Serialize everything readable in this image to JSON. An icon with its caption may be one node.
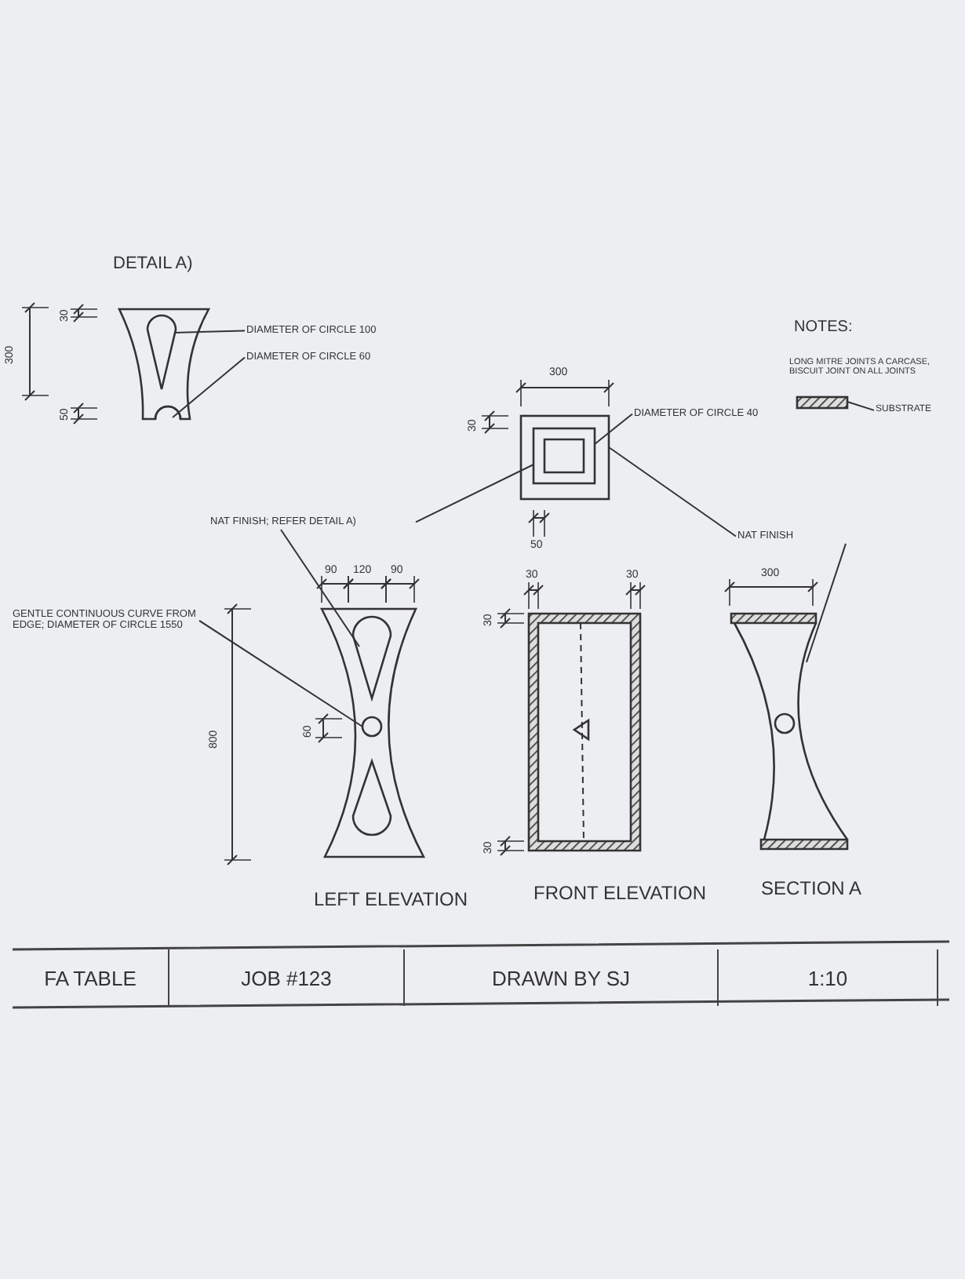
{
  "diagram": {
    "nodes": [
      {
        "text": [
          "DIAMETER OF CIRCLE 100"
        ]
      },
      {
        "text": [],
        "shape": "picture"
      },
      {
        "text": [
          "DIAMETER OF CIRCLE 60"
        ]
      },
      {
        "text": [],
        "shape": "picture"
      },
      {
        "text": [
          "DIAMETER OF CIRCLE 40"
        ]
      },
      {
        "text": [],
        "shape": "box"
      },
      {
        "text": [],
        "shape": "box",
        "in": 5
      },
      {
        "text": [
          "NAT FINISH; REFER DETAIL A)"
        ]
      },
      {
        "text": [
          "NAT FINISH"
        ]
      },
      {
        "text": [
          "GENTLE CONTINUOUS CURVE FROM EDGE; DIAMETER OF CIRCLE 1550"
        ]
      },
      {
        "text": [],
        "shape": "picture"
      },
      {
        "text": [],
        "shape": "circle"
      },
      {
        "text": [],
        "shape": "picture"
      },
      {
        "text": [
          "SUBSTRATE"
        ]
      },
      {
        "text": [],
        "shape": "bar"
      }
    ],
    "edges": [
      {
        "from": 0,
        "to": 1,
        "arrow": "none"
      },
      {
        "from": 2,
        "to": 3,
        "arrow": "none"
      },
      {
        "from": 4,
        "to": 6,
        "arrow": "none"
      },
      {
        "from": 7,
        "to": 6,
        "arrow": "none"
      },
      {
        "from": 7,
        "to": 10,
        "arrow": "none"
      },
      {
        "from": 8,
        "to": 5,
        "arrow": "none"
      },
      {
        "from": 8,
        "to": 12,
        "arrow": "none"
      },
      {
        "from": 9,
        "to": 11,
        "arrow": "none"
      },
      {
        "from": 13,
        "to": 14,
        "arrow": "none"
      }
    ],
    "labels": [
      "DETAIL A)",
      "30",
      "300",
      "50",
      "NOTES:",
      "LONG MITRE JOINTS A CARCASE, BISCUIT JOINT ON ALL JOINTS",
      "300",
      "30",
      "50",
      "90",
      "120",
      "90",
      "800",
      "60",
      "30",
      "30",
      "30",
      "30",
      "300",
      "LEFT ELEVATION",
      "FRONT ELEVATION",
      "SECTION A",
      "FA TABLE",
      "JOB #123",
      "DRAWN BY SJ",
      "1:10"
    ]
  }
}
